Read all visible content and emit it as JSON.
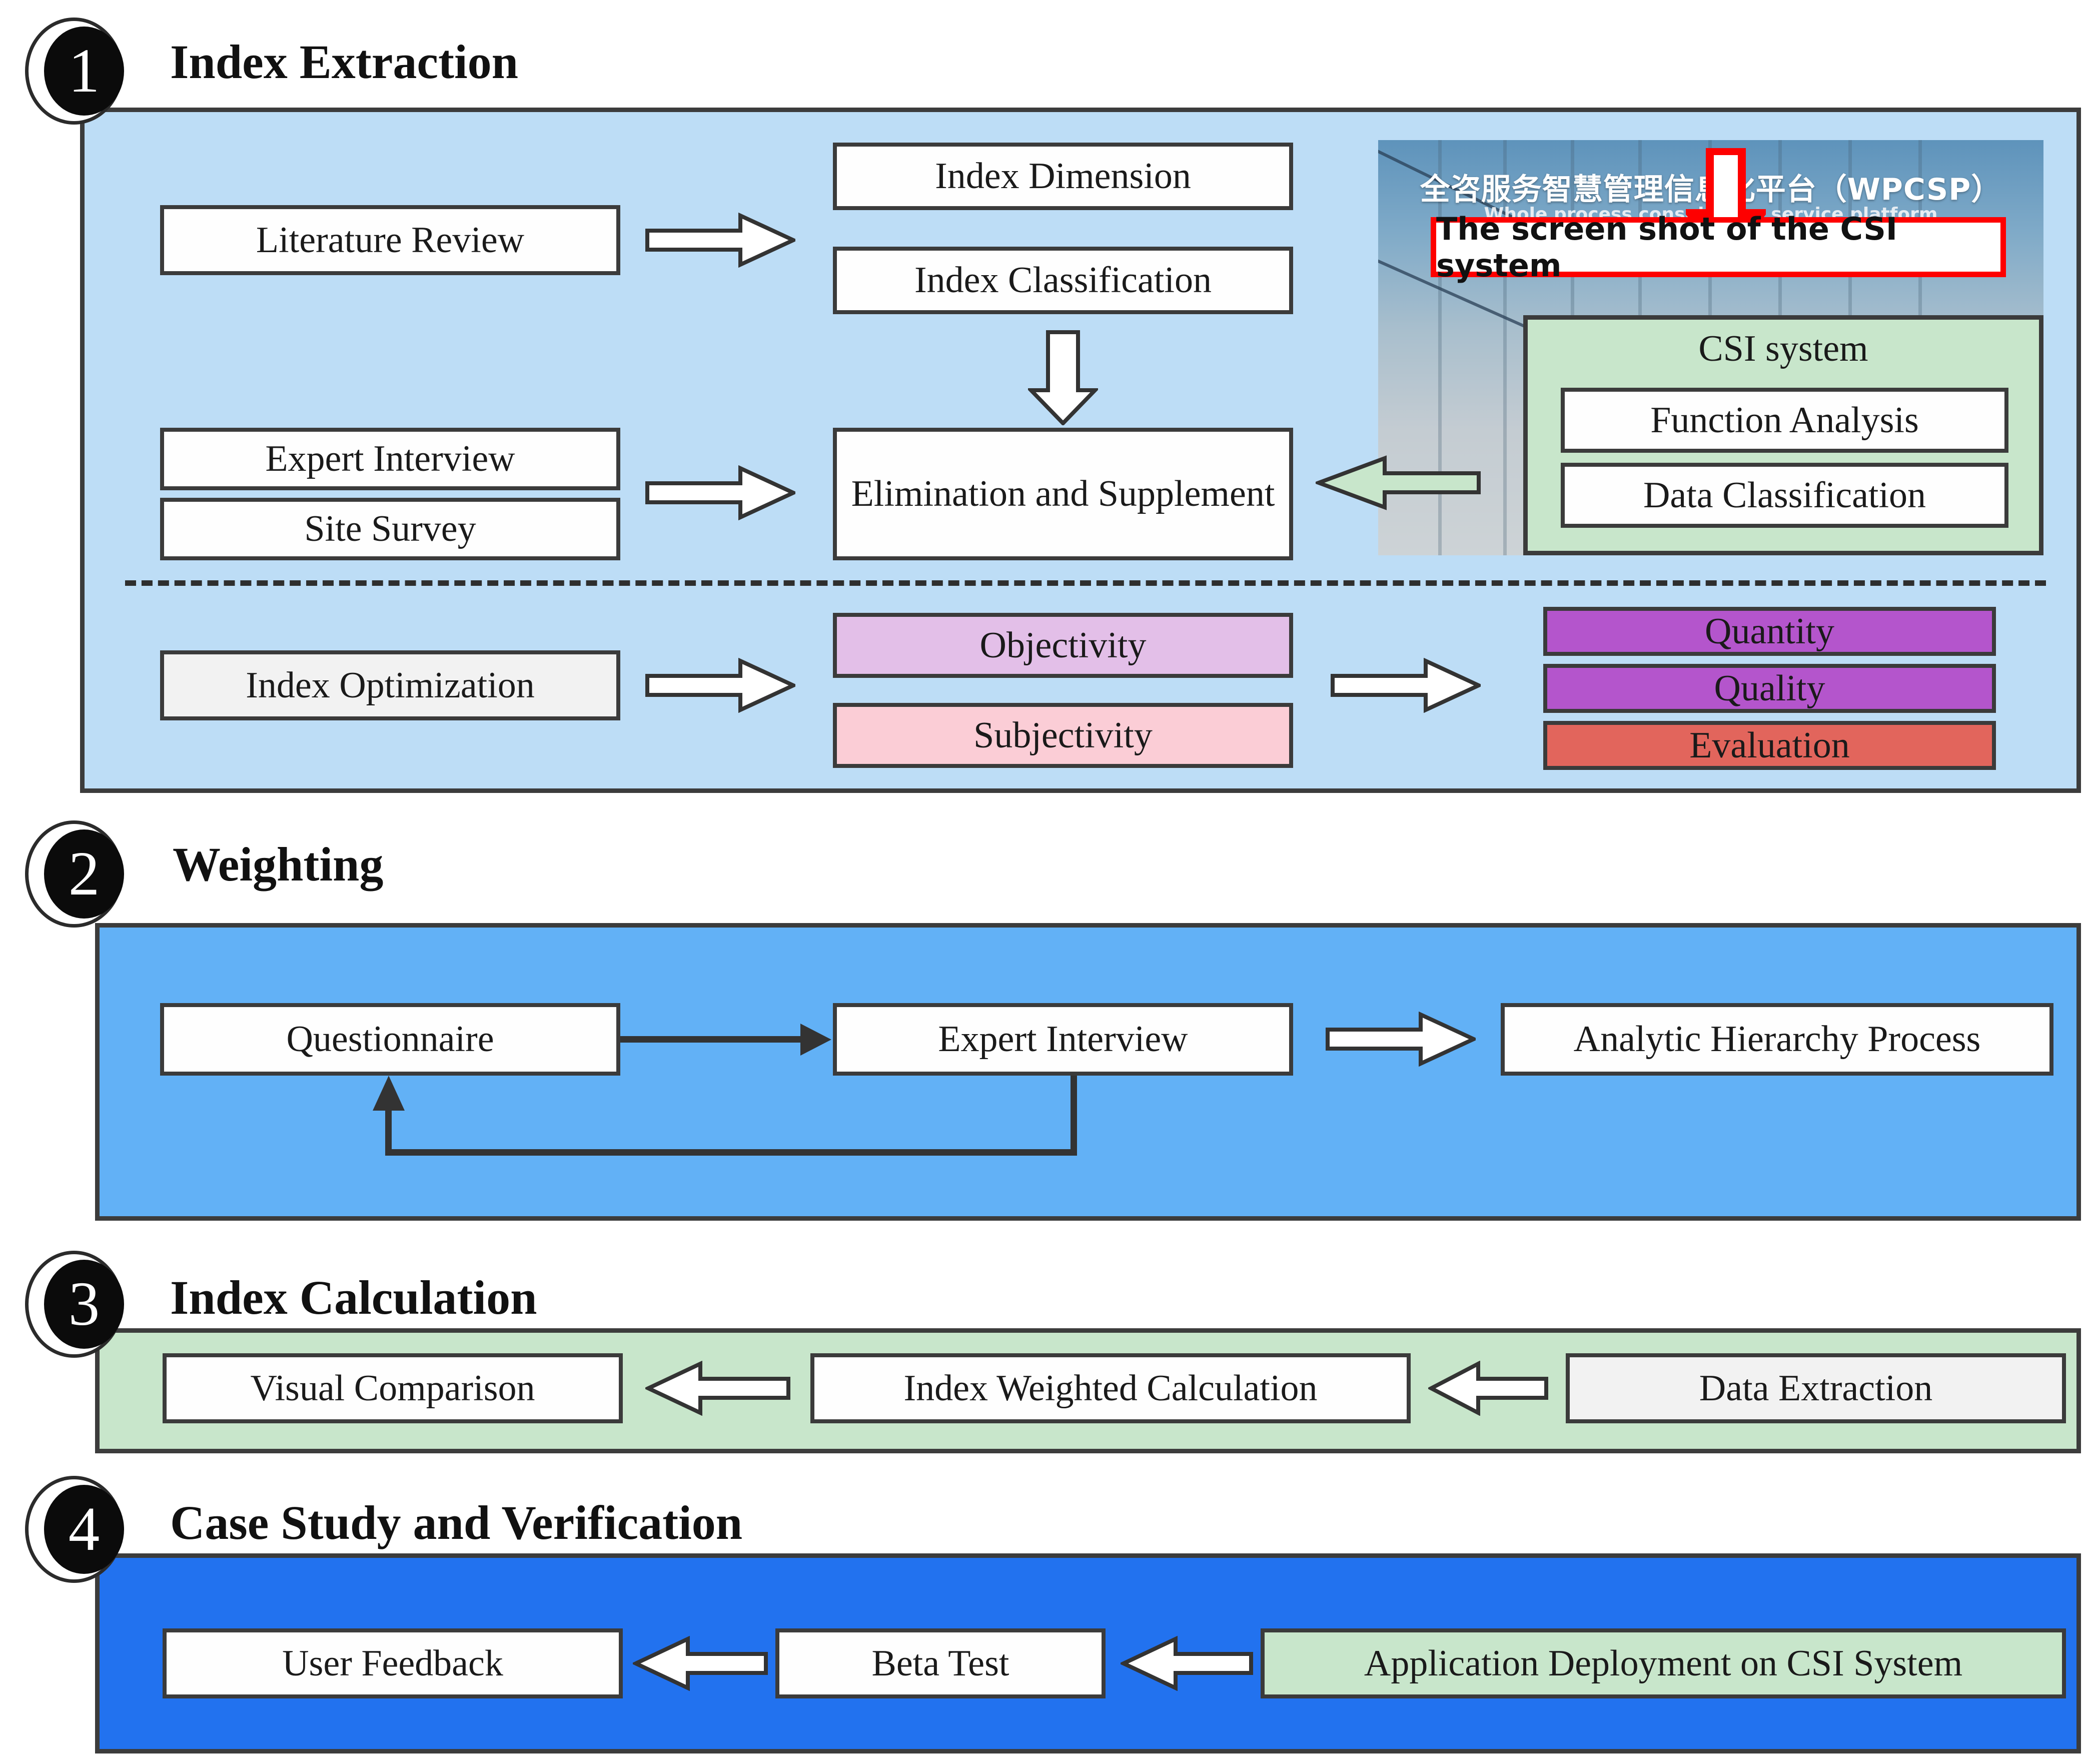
{
  "colors": {
    "sec1_fill": "#bdddf6",
    "sec2_fill": "#62b1f6",
    "sec3_fill": "#c8e6cb",
    "sec4_fill": "#2272ef",
    "box_border": "#3b3b3b",
    "green_box": "#c8e6cb",
    "gray_box": "#f2f2f2",
    "objectivity": "#e3bfe8",
    "subjectivity": "#fbcdd6",
    "quantity": "#b455cc",
    "quality": "#b455cc",
    "evaluation": "#e2655c",
    "callout_red": "#fe0000"
  },
  "sections": [
    {
      "number": "1",
      "title": "Index Extraction",
      "inputs_top": [
        "Literature Review"
      ],
      "inputs_bottom": [
        "Expert Interview",
        "Site Survey"
      ],
      "mid_top": [
        "Index Dimension",
        "Index Classification"
      ],
      "mid_bottom": "Elimination and Supplement",
      "optimization": "Index Optimization",
      "dimension_boxes": [
        "Objectivity",
        "Subjectivity"
      ],
      "result_boxes": [
        "Quantity",
        "Quality",
        "Evaluation"
      ],
      "screenshot": {
        "platform_title_cn": "全咨服务智慧管理信息化平台（WPCSP）",
        "platform_subtitle_en": "Whole process consultation service platform",
        "callout_label": "The screen shot of the CSI system"
      },
      "csi": {
        "title": "CSI system",
        "items": [
          "Function Analysis",
          "Data Classification"
        ]
      }
    },
    {
      "number": "2",
      "title": "Weighting",
      "boxes": [
        "Questionnaire",
        "Expert Interview",
        "Analytic Hierarchy Process"
      ]
    },
    {
      "number": "3",
      "title": "Index Calculation",
      "boxes": [
        "Visual Comparison",
        "Index Weighted Calculation",
        "Data Extraction"
      ]
    },
    {
      "number": "4",
      "title": "Case Study and Verification",
      "boxes": [
        "User Feedback",
        "Beta Test",
        "Application Deployment on CSI System"
      ]
    }
  ]
}
